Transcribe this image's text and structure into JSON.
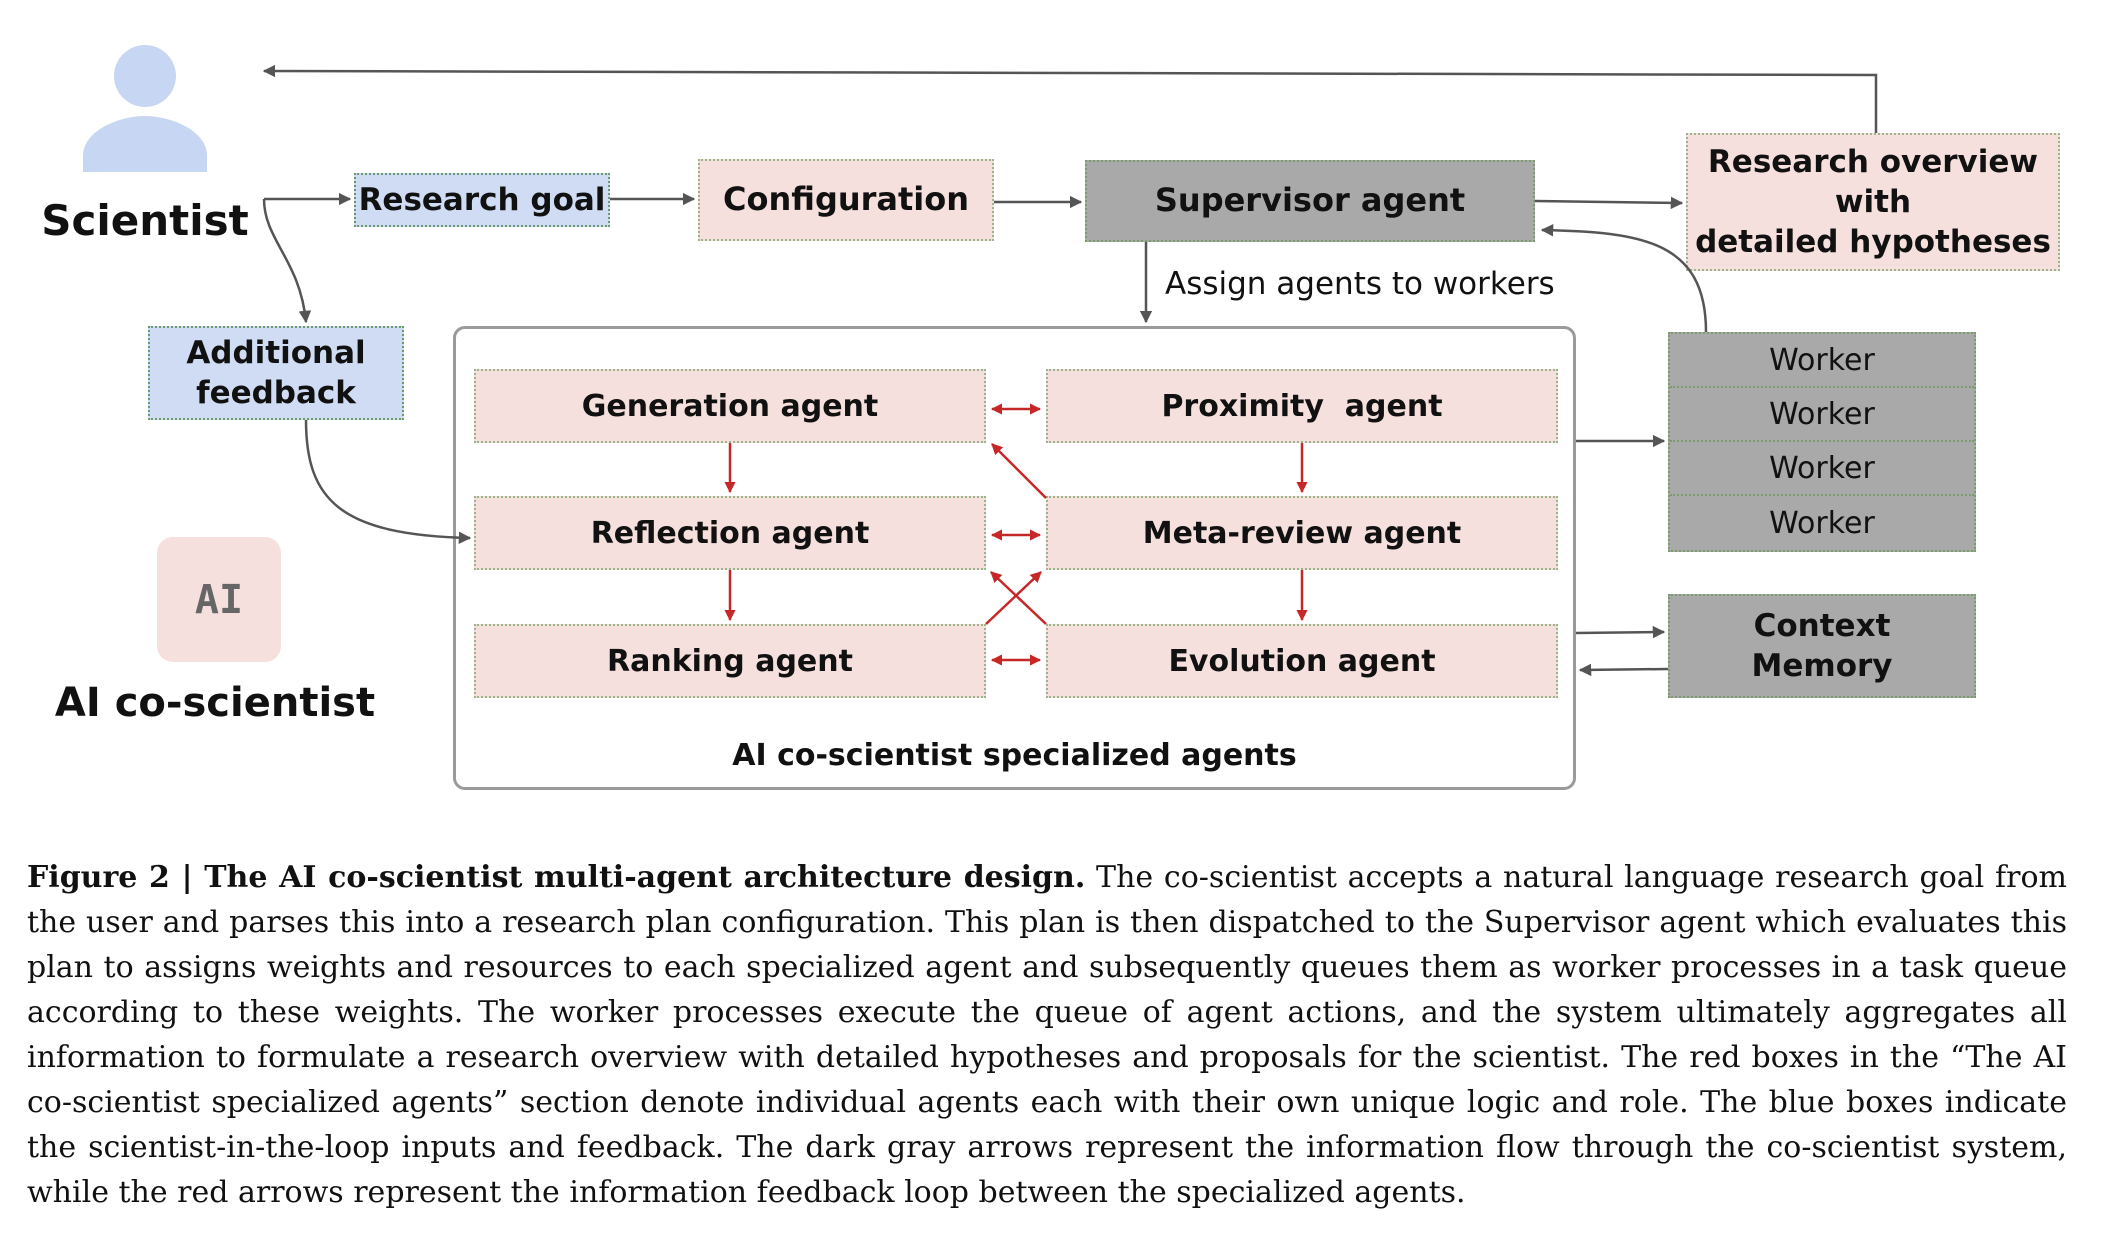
{
  "nodes": {
    "scientist": "Scientist",
    "research_goal": "Research goal",
    "configuration": "Configuration",
    "supervisor": "Supervisor agent",
    "research_overview": [
      "Research overview",
      "with",
      "detailed hypotheses"
    ],
    "additional_feedback": [
      "Additional",
      "feedback"
    ],
    "assign_label": "Assign agents to workers",
    "ai_badge": "AI",
    "ai_coscientist": "AI co-scientist",
    "panel_label": "AI co-scientist specialized agents",
    "agents": {
      "generation": "Generation agent",
      "proximity": "Proximity  agent",
      "reflection": "Reflection agent",
      "meta_review": "Meta-review agent",
      "ranking": "Ranking agent",
      "evolution": "Evolution agent"
    },
    "workers": [
      "Worker",
      "Worker",
      "Worker",
      "Worker"
    ],
    "context_memory": [
      "Context",
      "Memory"
    ]
  },
  "colors": {
    "blue_box": "#cfdcf3",
    "pink_box": "#f6e0de",
    "gray_box": "#a9a9a9",
    "gray_arrow": "#555555",
    "red_arrow": "#c62828",
    "person_icon": "#c7d6f2"
  },
  "caption": {
    "figure_label": "Figure 2",
    "separator": " | ",
    "title": "The AI co-scientist multi-agent architecture design.",
    "body": " The co-scientist accepts a natural language research goal from the user and parses this into a research plan configuration. This plan is then dispatched to the Supervisor agent which evaluates this plan to assigns weights and resources to each specialized agent and subsequently queues them as worker processes in a task queue according to these weights. The worker processes execute the queue of agent actions, and the system ultimately aggregates all information to formulate a research overview with detailed hypotheses and proposals for the scientist. The red boxes in the “The AI co-scientist specialized agents” section denote individual agents each with their own unique logic and role. The blue boxes indicate the scientist-in-the-loop inputs and feedback. The dark gray arrows represent the information flow through the co-scientist system, while the red arrows represent the information feedback loop between the specialized agents."
  }
}
